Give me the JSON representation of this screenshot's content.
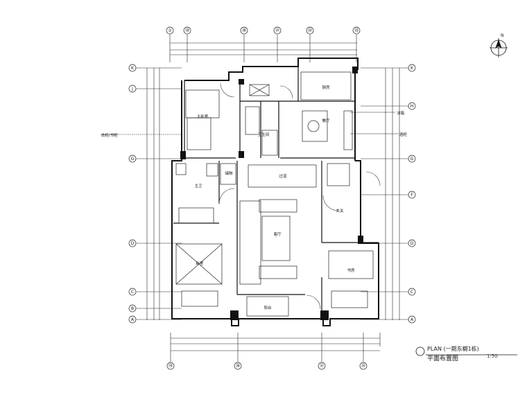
{
  "drawing": {
    "title": "平面布置图",
    "subtitle_en": "PLAN",
    "subtitle_cn": "(一期东樾1栋)",
    "scale": "1:50"
  },
  "grid_labels": {
    "top": [
      "⑦",
      "⑱",
      "⑳",
      "㉑",
      "㉒",
      "㉓"
    ],
    "bottom": [
      "⑲",
      "⑳",
      "㉑",
      "㉒"
    ],
    "left": [
      "K",
      "J",
      "G",
      "D",
      "C",
      "B",
      "A"
    ],
    "right": [
      "K",
      "H",
      "G",
      "F",
      "D",
      "C",
      "A"
    ]
  },
  "rooms": [
    {
      "id": "master-bedroom-top",
      "label": "主卧室"
    },
    {
      "id": "kitchen",
      "label": "厨房"
    },
    {
      "id": "dining",
      "label": "餐厅"
    },
    {
      "id": "bath-1",
      "label": "卫生间"
    },
    {
      "id": "bath-2",
      "label": "主卫"
    },
    {
      "id": "corridor",
      "label": "过道"
    },
    {
      "id": "storage",
      "label": "储物"
    },
    {
      "id": "living",
      "label": "客厅"
    },
    {
      "id": "bedroom-2",
      "label": "卧室"
    },
    {
      "id": "study",
      "label": "书房"
    },
    {
      "id": "balcony",
      "label": "阳台"
    },
    {
      "id": "entry",
      "label": "玄关"
    }
  ],
  "annotations": {
    "left_note": "衣柜/书柜",
    "right_note_1": "冰箱",
    "right_note_2": "酒柜"
  }
}
